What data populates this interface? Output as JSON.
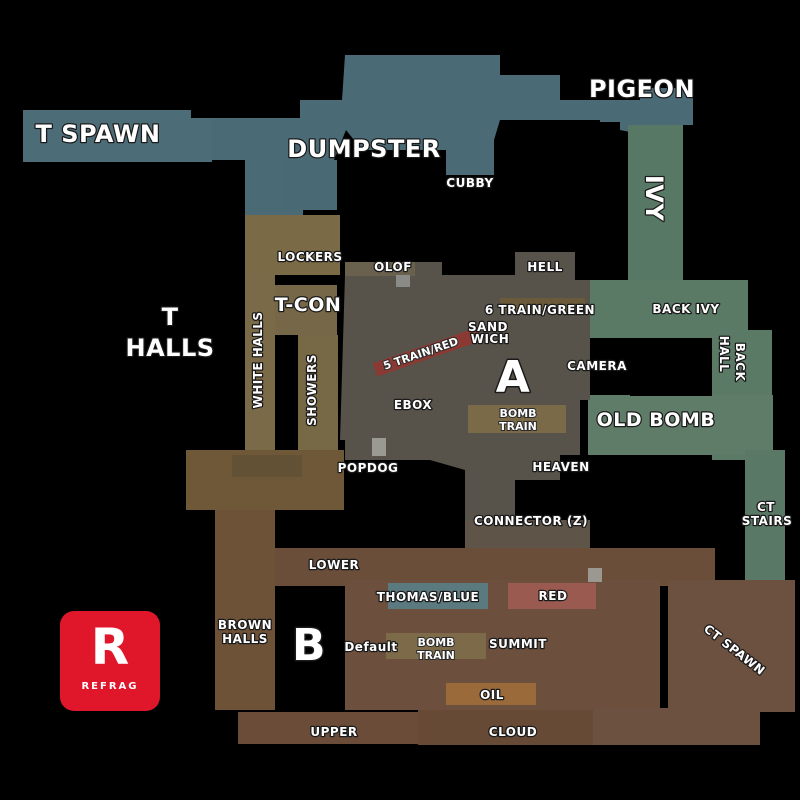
{
  "colors": {
    "background": "#000000",
    "t_side": "#4a6a74",
    "ct_side": "#5c7a6a",
    "mid_wood": "#6e5a3c",
    "site_a": "#58524a",
    "site_b": "#6a4e3a",
    "brand": "#e0162b"
  },
  "areas": {
    "t_spawn": "T SPAWN",
    "dumpster": "DUMPSTER",
    "pigeon": "PIGEON",
    "cubby": "CUBBY",
    "ivy": "IVY",
    "t_halls_1": "T",
    "t_halls_2": "HALLS",
    "lockers": "LOCKERS",
    "olof": "OLOF",
    "hell": "HELL",
    "t_con": "T-CON",
    "white_halls": "WHITE HALLS",
    "showers": "SHOWERS",
    "six_train_green": "6 TRAIN/GREEN",
    "back_ivy": "BACK IVY",
    "sand": "SAND",
    "wich": "WICH",
    "five_train_red": "5 TRAIN/RED",
    "site_a": "A",
    "camera": "CAMERA",
    "back": "BACK",
    "hall": "HALL",
    "ebox": "EBOX",
    "bomb_train_a_1": "BOMB",
    "bomb_train_a_2": "TRAIN",
    "old_bomb": "OLD BOMB",
    "popdog": "POPDOG",
    "heaven": "HEAVEN",
    "ct": "CT",
    "stairs": "STAIRS",
    "connector": "CONNECTOR (Z)",
    "lower": "LOWER",
    "thomas_blue": "THOMAS/BLUE",
    "red": "RED",
    "brown": "BROWN",
    "halls": "HALLS",
    "site_b": "B",
    "default": "Default",
    "bomb_train_b_1": "BOMB",
    "bomb_train_b_2": "TRAIN",
    "summit": "SUMMIT",
    "ct_spawn": "CT SPAWN",
    "oil": "OIL",
    "upper": "UPPER",
    "cloud": "CLOUD"
  },
  "logo": {
    "mark": "R",
    "text": "REFRAG"
  }
}
